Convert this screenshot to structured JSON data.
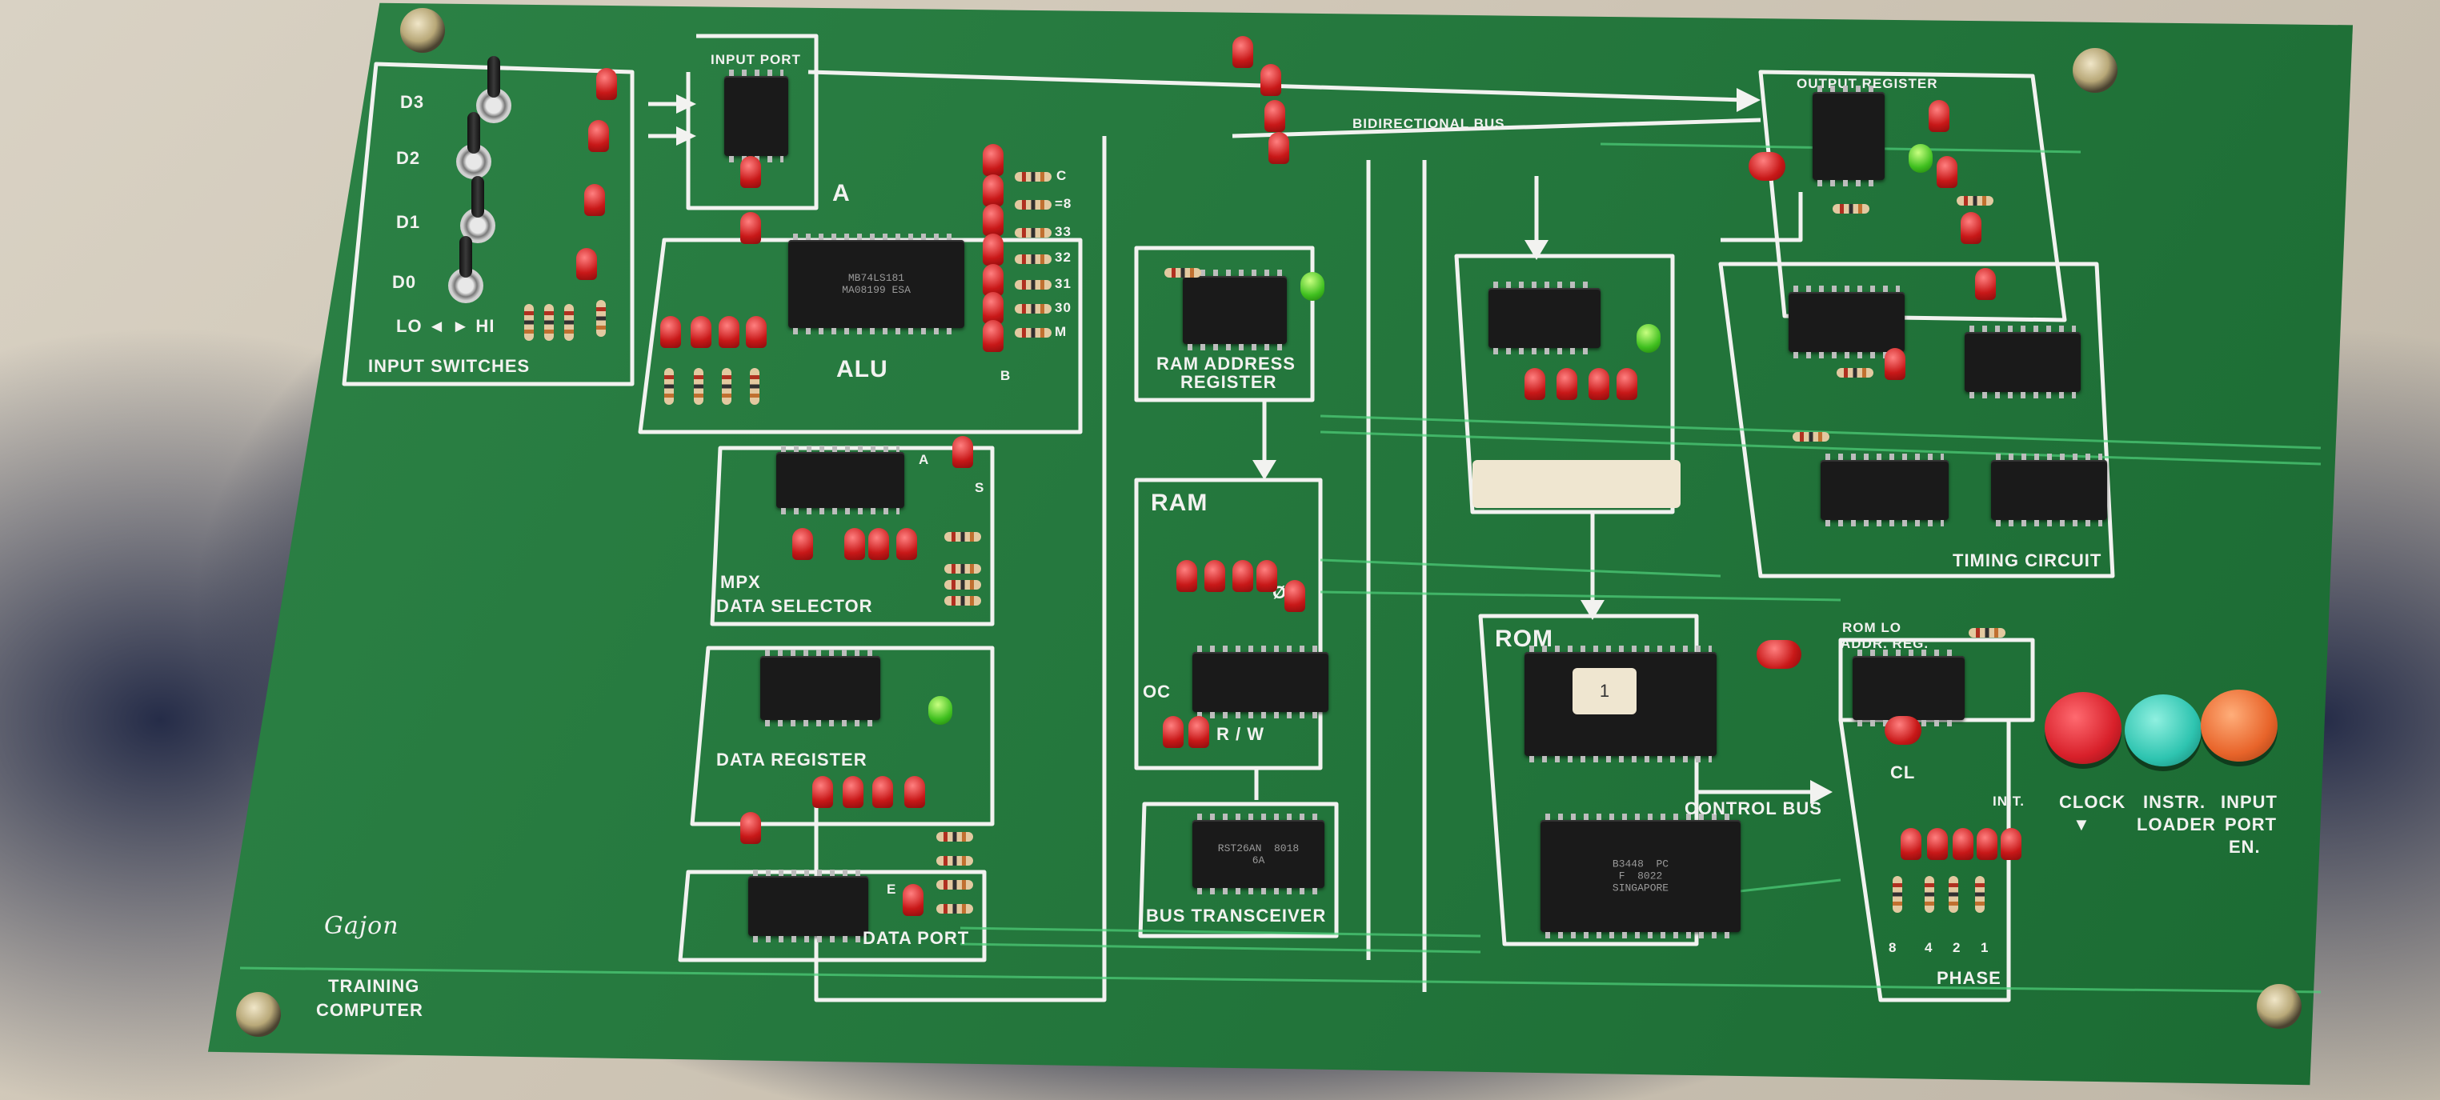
{
  "board": {
    "brand": "Gajon",
    "product_line1": "TRAINING",
    "product_line2": "COMPUTER"
  },
  "labels": {
    "input_port": "INPUT PORT",
    "input_switches": "INPUT SWITCHES",
    "d3": "D3",
    "d2": "D2",
    "d1": "D1",
    "d0": "D0",
    "lo_hi": "LO ◄ ► HI",
    "alu": "ALU",
    "alu_a": "A",
    "alu_b": "B",
    "alu_bits": [
      "C",
      "=8",
      "33",
      "32",
      "31",
      "30",
      "M"
    ],
    "mpx_line1": "MPX",
    "mpx_line2": "DATA  SELECTOR",
    "mpx_a": "A",
    "mpx_s": "S",
    "data_register": "DATA  REGISTER",
    "data_port": "DATA PORT",
    "data_port_e": "E",
    "bidirectional_bus": "BIDIRECTIONAL          BUS",
    "ram_addr_line1": "RAM   ADDRESS",
    "ram_addr_line2": "REGISTER",
    "ram": "RAM",
    "ram_oc": "OC",
    "ram_rw": "R / W",
    "ram_zero": "Ø",
    "bus_transceiver": "BUS   TRANSCEIVER",
    "output_register": "OUTPUT      REGISTER",
    "timing_circuit": "TIMING CIRCUIT",
    "rom": "ROM",
    "rom_sticker": "1",
    "rom_addr_line1": "ROM      LO",
    "rom_addr_line2": "ADDR.  REG.",
    "control_bus": "CONTROL BUS",
    "cl": "CL",
    "phase": "PHASE",
    "phase_bits": [
      "8",
      "4",
      "2",
      "1"
    ],
    "clock": "CLOCK",
    "clock_arrow": "▼",
    "instr_loader_line1": "INSTR.",
    "instr_loader_line2": "LOADER",
    "input_port_en_line1": "INPUT",
    "input_port_en_line2": "PORT",
    "input_port_en_line3": "EN.",
    "init": "INIT."
  },
  "chips": {
    "alu_chip": "MB74LS181\nMA08199 ESA",
    "bus_xcvr_chip": "RST26AN  8018\n6A",
    "rom_chip_2": "B3448  PC\nF  8022\nSINGAPORE"
  },
  "colors": {
    "pcb": "#1f7a3a",
    "silkscreen": "#f2f2f0",
    "button_clock": "#d8202a",
    "button_instr": "#2ec4b0",
    "button_input_en": "#e8642a"
  }
}
